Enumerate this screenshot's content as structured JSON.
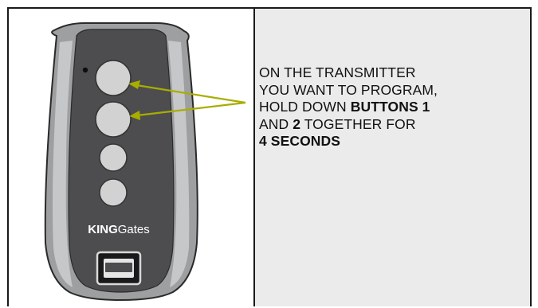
{
  "remote": {
    "brand_bold": "KING",
    "brand_light": "Gates",
    "body_color": "#4d4d4f",
    "side_trim_color": "#b5b6b8",
    "button_color": "#d2d2d2",
    "arrow_color": "#a8ad00",
    "buttons": [
      {
        "name": "button-1"
      },
      {
        "name": "button-2"
      },
      {
        "name": "button-3"
      },
      {
        "name": "button-4"
      }
    ],
    "icons": [
      "led-indicator-icon",
      "keyring-loop-icon"
    ]
  },
  "instruction": {
    "line1": "ON THE TRANSMITTER",
    "line2": "YOU WANT TO PROGRAM,",
    "line3_text": "HOLD DOWN ",
    "line3_bold": "BUTTONS 1",
    "line4_text1": "AND ",
    "line4_bold": "2",
    "line4_text2": " TOGETHER FOR",
    "line5_bold": "4 SECONDS"
  }
}
